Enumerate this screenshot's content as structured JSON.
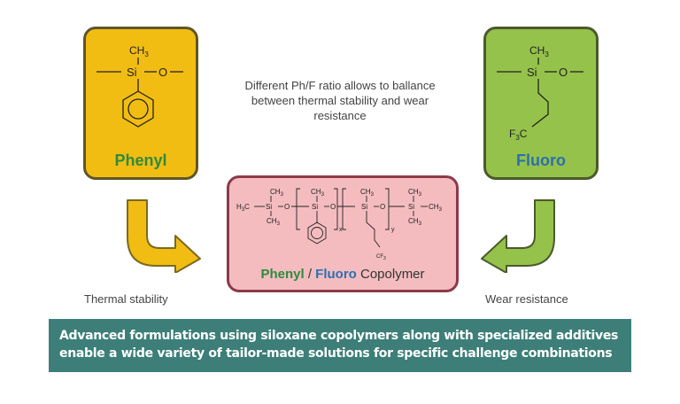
{
  "phenyl": {
    "label": "Phenyl",
    "methyl": "CH",
    "methyl_sub": "3",
    "si": "Si",
    "o": "O",
    "color": "#f2bd12",
    "label_color": "#2f8a3c"
  },
  "fluoro": {
    "label": "Fluoro",
    "methyl": "CH",
    "methyl_sub": "3",
    "si": "Si",
    "o": "O",
    "cf3_f": "F",
    "cf3_sub": "3",
    "cf3_c": "C",
    "color": "#95c24a",
    "label_color": "#2c6fb0"
  },
  "center_text": "Different Ph/F ratio allows to ballance between thermal stability and wear resistance",
  "copolymer": {
    "caption_phenyl": "Phenyl",
    "caption_slash": " / ",
    "caption_fluoro": "Fluoro",
    "caption_copolymer": " Copolymer",
    "ch3": "CH",
    "sub3": "3",
    "h3c": "H",
    "h3c_tail": "C",
    "si": "Si",
    "o": "O",
    "x": "x",
    "y": "y",
    "cf3": "CF",
    "color": "#f4bcbf"
  },
  "left_label": "Thermal stability",
  "right_label": "Wear resistance",
  "banner": {
    "line1": "Advanced formulations using siloxane copolymers along with specialized additives",
    "line2": "enable a wide variety of tailor-made solutions for specific challenge combinations",
    "color": "#3d7f78"
  }
}
